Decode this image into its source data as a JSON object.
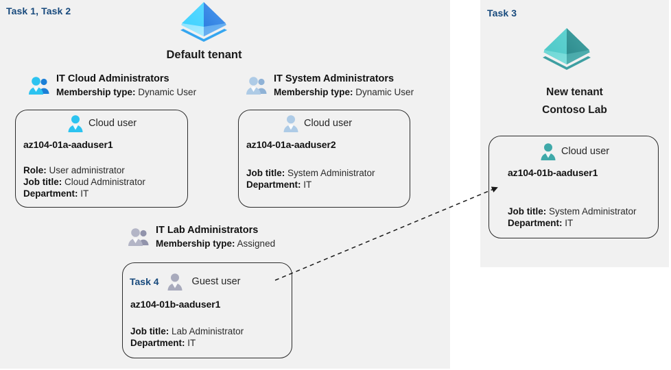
{
  "panels": {
    "left": {
      "task_label": "Task 1, Task 2"
    },
    "right": {
      "task_label": "Task 3"
    }
  },
  "tenants": [
    {
      "id": "default-tenant",
      "icon": "azure-ad-tenant-icon",
      "caption": "Default tenant",
      "color": "#3aa0ef"
    },
    {
      "id": "new-tenant",
      "icon": "azure-ad-tenant-icon",
      "caption_line1": "New  tenant",
      "caption_line2": "Contoso Lab",
      "color": "#3fbdbd"
    }
  ],
  "groups": [
    {
      "id": "it-cloud-administrators",
      "icon": "group-users-icon",
      "name": "IT Cloud Administrators",
      "membership_label": "Membership type:",
      "membership_value": "Dynamic User",
      "icon_color": "#29b6f6"
    },
    {
      "id": "it-system-administrators",
      "icon": "group-users-icon",
      "name": "IT System Administrators",
      "membership_label": "Membership type:",
      "membership_value": "Dynamic User",
      "icon_color": "#a8c4e0"
    },
    {
      "id": "it-lab-administrators",
      "icon": "group-users-icon",
      "name": "IT Lab Administrators",
      "membership_label": "Membership type:",
      "membership_value": "Assigned",
      "icon_color": "#a9a9bc"
    }
  ],
  "users": [
    {
      "id": "az104-01a-aaduser1",
      "task_tag": "",
      "icon": "cloud-user-icon",
      "kind": "Cloud user",
      "upn": "az104-01a-aaduser1",
      "icon_color": "#29b6f6",
      "attributes": [
        {
          "label": "Role:",
          "value": "User administrator"
        },
        {
          "label": "Job title:",
          "value": "Cloud Administrator"
        },
        {
          "label": "Department:",
          "value": "IT"
        }
      ]
    },
    {
      "id": "az104-01a-aaduser2",
      "task_tag": "",
      "icon": "cloud-user-icon",
      "kind": "Cloud user",
      "upn": "az104-01a-aaduser2",
      "icon_color": "#a8c4e0",
      "attributes": [
        {
          "label": "Job title:",
          "value": "System Administrator"
        },
        {
          "label": "Department:",
          "value": "IT"
        }
      ]
    },
    {
      "id": "az104-01b-aaduser1-guest",
      "task_tag": "Task 4",
      "icon": "guest-user-icon",
      "kind": "Guest user",
      "upn": "az104-01b-aaduser1",
      "icon_color": "#a9a9bc",
      "attributes": [
        {
          "label": "Job title:",
          "value": "Lab Administrator"
        },
        {
          "label": "Department:",
          "value": "IT"
        }
      ]
    },
    {
      "id": "az104-01b-aaduser1-cloud",
      "task_tag": "",
      "icon": "cloud-user-icon",
      "kind": "Cloud user",
      "upn": "az104-01b-aaduser1",
      "icon_color": "#3fa9a9",
      "attributes": [
        {
          "label": "Job title:",
          "value": "System Administrator"
        },
        {
          "label": "Department:",
          "value": "IT"
        }
      ]
    }
  ],
  "connector": {
    "id": "invite-guest-arrow",
    "style": "dashed",
    "color": "#1a1a1a"
  }
}
